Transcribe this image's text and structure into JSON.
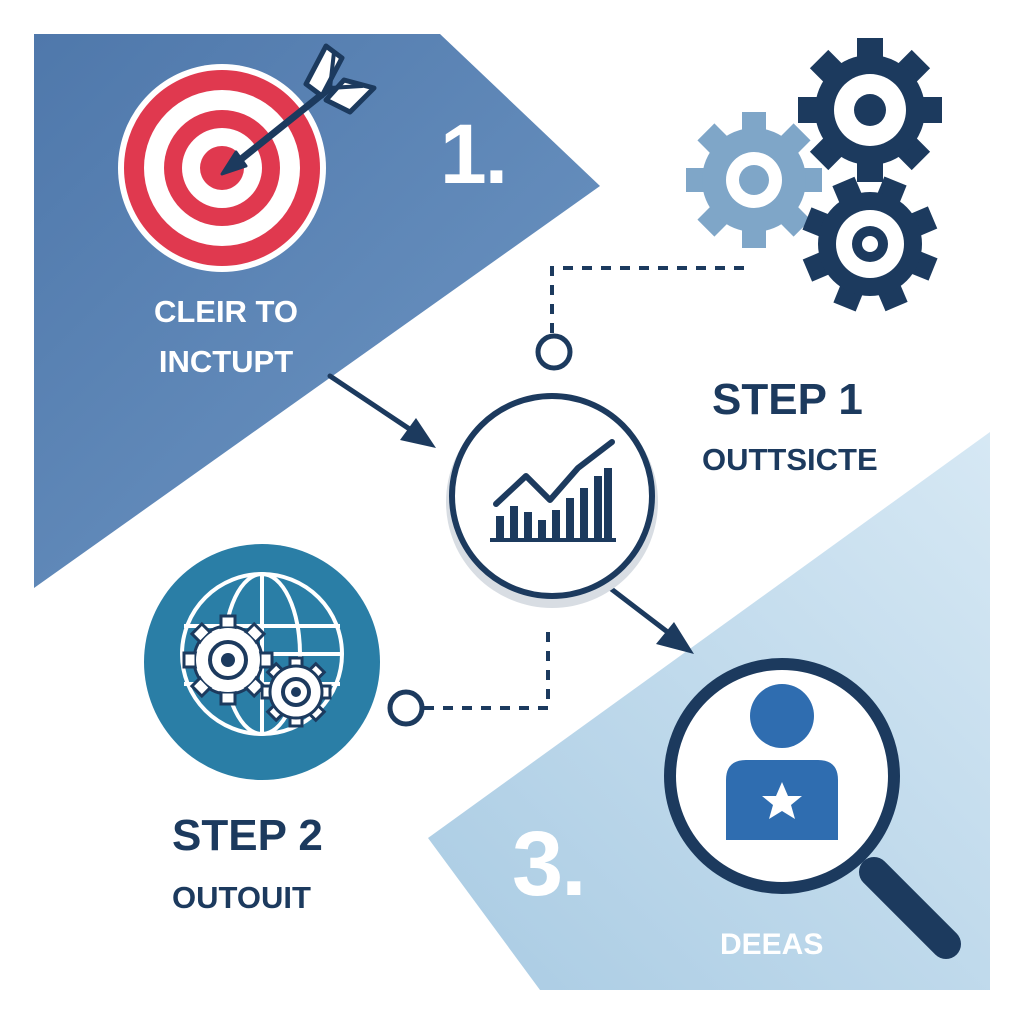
{
  "panel1": {
    "number": "1.",
    "label_line1": "CLEIR TO",
    "label_line2": "INCTUPT"
  },
  "step1": {
    "title": "STEP 1",
    "subtitle": "OUTTSICTE"
  },
  "step2": {
    "title": "STEP 2",
    "subtitle": "OUTOUIT"
  },
  "panel3": {
    "number": "3.",
    "label": "DEEAS"
  },
  "icons": [
    "target-icon",
    "arrow-icon",
    "gears-icon",
    "chart-icon",
    "globe-gears-icon",
    "magnifier-user-icon",
    "star-icon"
  ],
  "colors": {
    "panel1_blue": "#5d86b6",
    "panel3_light_blue": "#b9d6ea",
    "navy": "#1c3a5e",
    "target_red": "#e0394f",
    "globe_teal": "#2a7ea6",
    "gear_light": "#7fa6c8",
    "user_blue": "#2f6db0"
  }
}
